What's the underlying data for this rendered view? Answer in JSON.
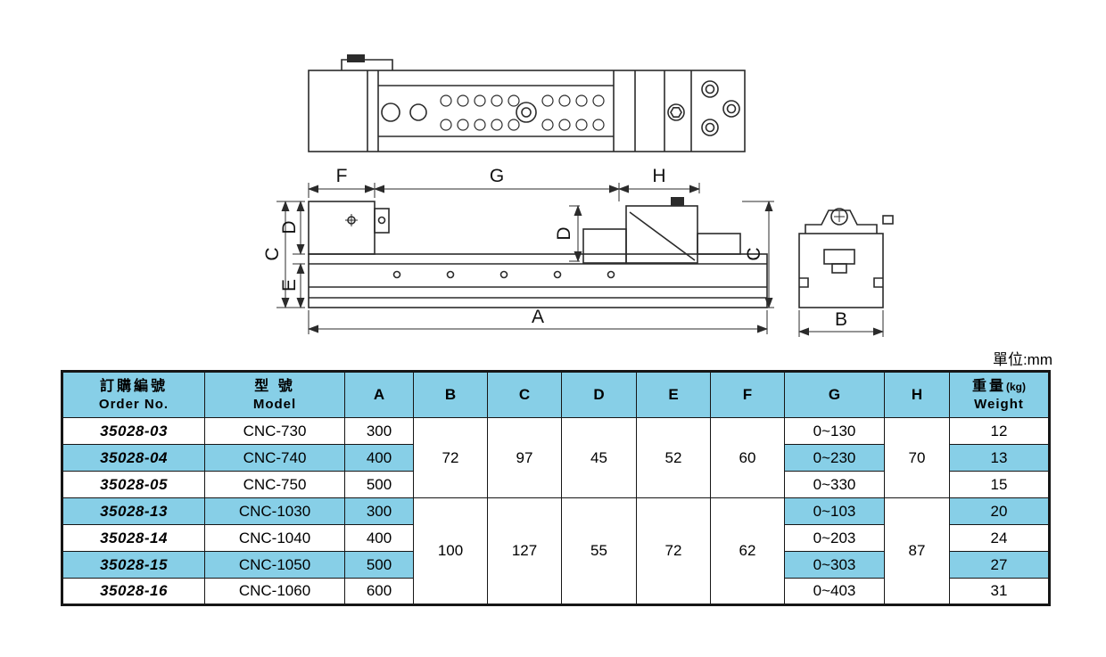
{
  "unit_note": "單位:mm",
  "diagram": {
    "dim_labels": {
      "A": "A",
      "B": "B",
      "C": "C",
      "D": "D",
      "E": "E",
      "F": "F",
      "G": "G",
      "H": "H"
    }
  },
  "table": {
    "headers": {
      "order": {
        "zh": "訂購編號",
        "en": "Order No."
      },
      "model": {
        "zh": "型 號",
        "en": "Model"
      },
      "cols": [
        "A",
        "B",
        "C",
        "D",
        "E",
        "F",
        "G",
        "H"
      ],
      "weight": {
        "zh": "重量",
        "unit": "(kg)",
        "en": "Weight"
      }
    },
    "groups": {
      "g1": {
        "B": "72",
        "C": "97",
        "D": "45",
        "E": "52",
        "F": "60",
        "H": "70"
      },
      "g2": {
        "B": "100",
        "C": "127",
        "D": "55",
        "E": "72",
        "F": "62",
        "H": "87"
      }
    },
    "rows": [
      {
        "order": "35028-03",
        "model": "CNC-730",
        "A": "300",
        "G": "0~130",
        "weight": "12"
      },
      {
        "order": "35028-04",
        "model": "CNC-740",
        "A": "400",
        "G": "0~230",
        "weight": "13"
      },
      {
        "order": "35028-05",
        "model": "CNC-750",
        "A": "500",
        "G": "0~330",
        "weight": "15"
      },
      {
        "order": "35028-13",
        "model": "CNC-1030",
        "A": "300",
        "G": "0~103",
        "weight": "20"
      },
      {
        "order": "35028-14",
        "model": "CNC-1040",
        "A": "400",
        "G": "0~203",
        "weight": "24"
      },
      {
        "order": "35028-15",
        "model": "CNC-1050",
        "A": "500",
        "G": "0~303",
        "weight": "27"
      },
      {
        "order": "35028-16",
        "model": "CNC-1060",
        "A": "600",
        "G": "0~403",
        "weight": "31"
      }
    ]
  }
}
